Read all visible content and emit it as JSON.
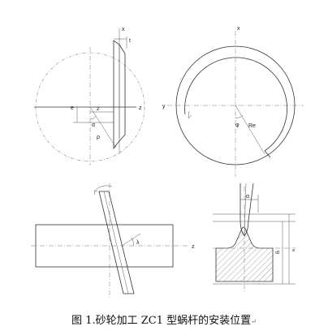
{
  "caption": "图 1.砂轮加工 ZC1 型蜗杆的安装位置",
  "caption_mark": "↵",
  "labels": {
    "tl_x": "x",
    "tl_t": "t",
    "tl_e": "e",
    "tl_zl": "z",
    "tl_z": "z",
    "tl_alpha": "α",
    "tl_rho": "ρ",
    "tr_x": "x",
    "tr_y": "y",
    "tr_phi": "φ",
    "tr_re": "Re",
    "bl_lambda": "λ",
    "bl_z": "z",
    "br_alpha": "α",
    "br_a": "a",
    "br_d2": "d2"
  }
}
